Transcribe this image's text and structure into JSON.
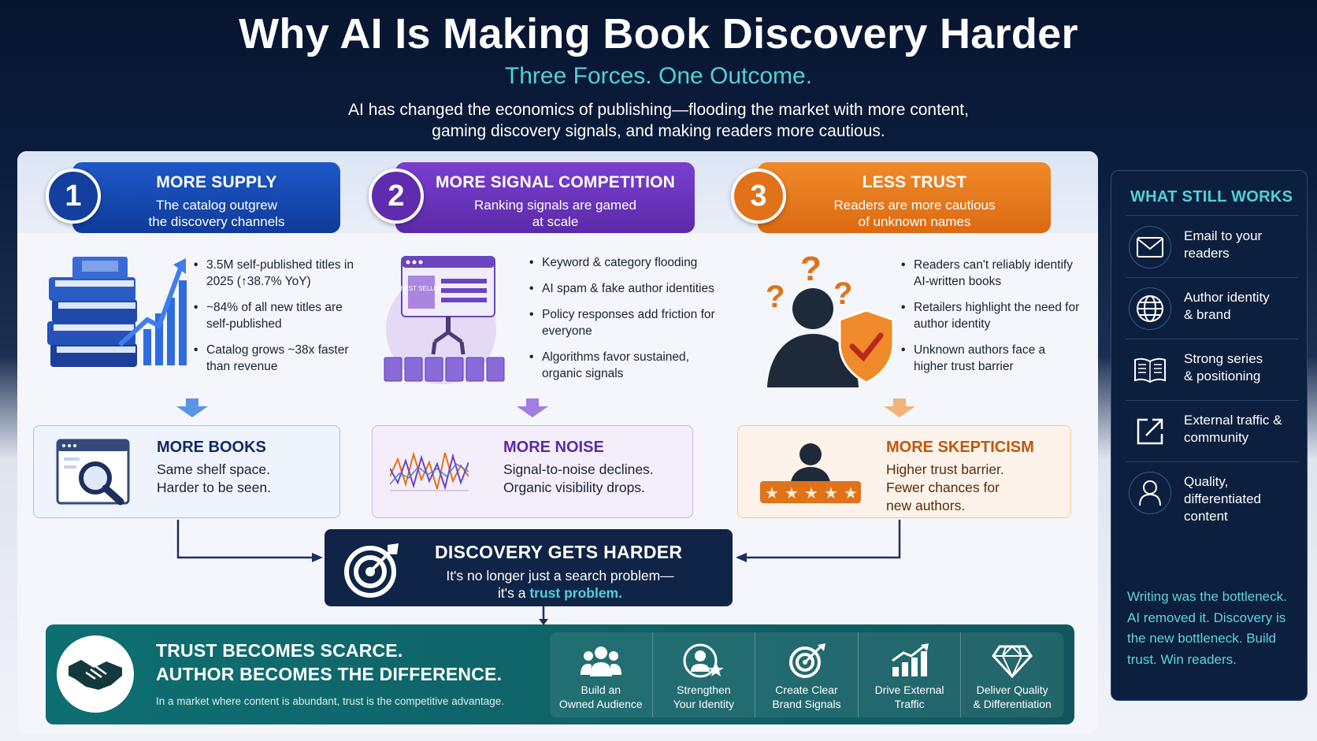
{
  "header": {
    "title": "Why AI Is Making Book Discovery Harder",
    "subtitle": "Three Forces. One Outcome.",
    "intro_line1": "AI has changed the economics of publishing—flooding the market with more content,",
    "intro_line2": "gaming discovery signals, and making readers more cautious."
  },
  "forces": [
    {
      "number": "1",
      "title": "MORE SUPPLY",
      "sub_line1": "The catalog outgrew",
      "sub_line2": "the discovery channels",
      "bullets": [
        "3.5M self-published titles in 2025 (↑38.7% YoY)",
        "~84% of all new titles are self-published",
        "Catalog grows ~38x faster than revenue"
      ],
      "result_title": "MORE BOOKS",
      "result_line1": "Same shelf space.",
      "result_line2": "Harder to be seen."
    },
    {
      "number": "2",
      "title": "MORE SIGNAL COMPETITION",
      "sub_line1": "Ranking signals are gamed",
      "sub_line2": "at scale",
      "badge": "BEST SELLER",
      "bullets": [
        "Keyword & category flooding",
        "AI spam & fake author identities",
        "Policy responses add friction for everyone",
        "Algorithms favor sustained, organic signals"
      ],
      "result_title": "MORE NOISE",
      "result_line1": "Signal-to-noise declines.",
      "result_line2": "Organic visibility drops."
    },
    {
      "number": "3",
      "title": "LESS TRUST",
      "sub_line1": "Readers are more cautious",
      "sub_line2": "of unknown names",
      "bullets": [
        "Readers can't reliably identify AI-written books",
        "Retailers highlight the need for author identity",
        "Unknown authors face a higher trust barrier"
      ],
      "result_title": "MORE SKEPTICISM",
      "result_line1": "Higher trust barrier.",
      "result_line2": "Fewer chances for",
      "result_line3": "new authors."
    }
  ],
  "discovery": {
    "title": "DISCOVERY GETS HARDER",
    "line1": "It's no longer just a search problem—",
    "line2_prefix": "it's a ",
    "line2_highlight": "trust problem."
  },
  "trust": {
    "title_line1": "TRUST BECOMES SCARCE.",
    "title_line2": "AUTHOR BECOMES THE DIFFERENCE.",
    "tagline": "In a market where content is abundant, trust is the competitive advantage.",
    "actions": [
      {
        "line1": "Build an",
        "line2": "Owned Audience",
        "icon": "users-icon"
      },
      {
        "line1": "Strengthen",
        "line2": "Your Identity",
        "icon": "user-star-icon"
      },
      {
        "line1": "Create Clear",
        "line2": "Brand Signals",
        "icon": "target-icon"
      },
      {
        "line1": "Drive External",
        "line2": "Traffic",
        "icon": "growth-chart-icon"
      },
      {
        "line1": "Deliver Quality",
        "line2": "& Differentiation",
        "icon": "diamond-icon"
      }
    ]
  },
  "side": {
    "title": "WHAT STILL WORKS",
    "items": [
      {
        "line1": "Email to your",
        "line2": "readers",
        "icon": "mail-icon"
      },
      {
        "line1": "Author identity",
        "line2": "& brand",
        "icon": "globe-icon"
      },
      {
        "line1": "Strong series",
        "line2": "& positioning",
        "icon": "book-icon"
      },
      {
        "line1": "External traffic &",
        "line2": "community",
        "icon": "external-link-icon"
      },
      {
        "line1": "Quality, differentiated",
        "line2": "content",
        "icon": "person-icon"
      }
    ],
    "footer": "Writing was the bottleneck. AI removed it. Discovery is the new bottleneck. Build trust. Win readers."
  },
  "colors": {
    "accent_teal": "#4fd1d9",
    "blue": "#1e58c9",
    "purple": "#6a34bf",
    "orange": "#e97a20",
    "navy": "#0f2446",
    "teal": "#0e6f72"
  }
}
